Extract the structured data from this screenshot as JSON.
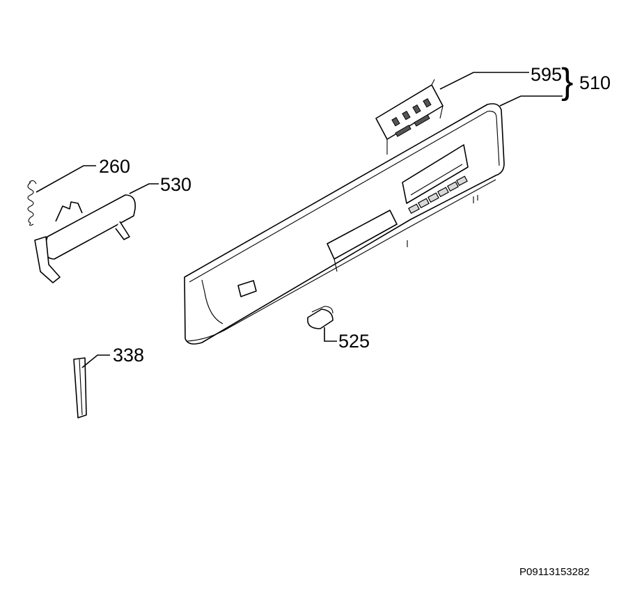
{
  "diagram": {
    "labels": {
      "p595": "595",
      "p510": "510",
      "p260": "260",
      "p530": "530",
      "p338": "338",
      "p525": "525"
    },
    "brace": "}",
    "document_id": "P09113153282"
  }
}
